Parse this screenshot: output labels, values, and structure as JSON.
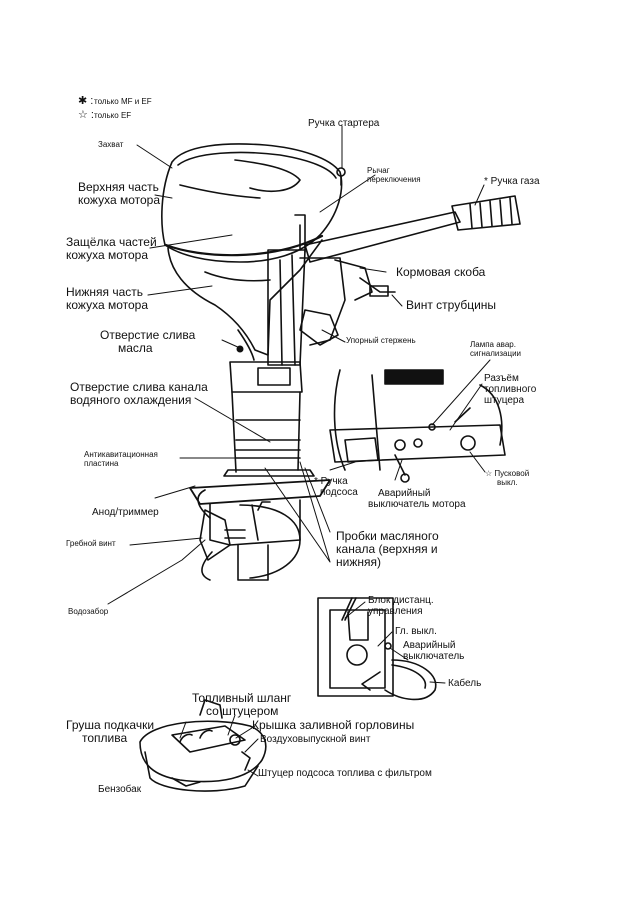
{
  "legend": [
    {
      "symbol": "✱ :",
      "text": "только MF и EF"
    },
    {
      "symbol": "☆ :",
      "text": "только EF"
    }
  ],
  "labels": {
    "zahvat": "Захват",
    "verh_kozhuh": [
      "Верхняя часть",
      "кожуха мотора"
    ],
    "zashchelka": [
      "Защёлка частей",
      "кожуха мотора"
    ],
    "nizh_kozhuh": [
      "Нижняя часть",
      "кожуха мотора"
    ],
    "otv_masla": [
      "Отверстие слива",
      "масла"
    ],
    "otv_vody": [
      "Отверстие слива канала",
      "водяного охлаждения"
    ],
    "antikav": [
      "Антикавитационная",
      "пластина"
    ],
    "anod": "Анод/триммер",
    "grebnoy": "Гребной винт",
    "vodozabor": "Водозабор",
    "ruchka_startera": "Ручка стартера",
    "rychag": [
      "Рычаг",
      "переключения"
    ],
    "ruchka_gaza": "* Ручка газа",
    "kormovaya": "Кормовая скоба",
    "vint_strub": "Винт струбцины",
    "upor": "Упорный стержень",
    "lampa": [
      "Лампа авар.",
      "сигнализации"
    ],
    "razem": [
      "Разъём",
      "топливного",
      "штуцера"
    ],
    "puskovoy": [
      "☆ Пусковой",
      "выкл."
    ],
    "ruchka_podsosa": [
      "* Ручка",
      "подсоса"
    ],
    "avar_vykl": [
      "Аварийный",
      "выключатель мотора"
    ],
    "probki": [
      "Пробки масляного",
      "канала (верхняя и",
      "нижняя)"
    ],
    "blok": [
      "Блок дистанц.",
      "управления"
    ],
    "gl_vykl": "Гл. выкл.",
    "avar_vykl2": [
      "Аварийный",
      "выключатель"
    ],
    "kabel": "Кабель",
    "shlang": [
      "Топливный шланг",
      "со штуцером"
    ],
    "grusha": [
      "Груша подкачки",
      "топлива"
    ],
    "kryshka": "Крышка заливной горловины",
    "vozduh": "Воздуховыпускной винт",
    "shtucer": "Штуцер подсоса топлива с фильтром",
    "benzobak": "Бензобак"
  }
}
